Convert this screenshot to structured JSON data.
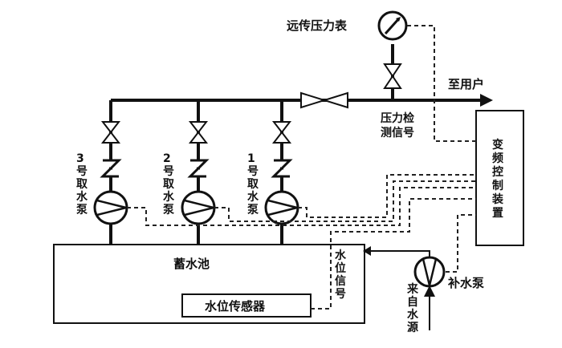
{
  "labels": {
    "gauge": "远传压力表",
    "to_user": "至用户",
    "pressure_signal_1": "压力检",
    "pressure_signal_2": "测信号",
    "controller": [
      "变",
      "频",
      "控",
      "制",
      "装",
      "置"
    ],
    "pump3": [
      "3",
      "号",
      "取",
      "水",
      "泵"
    ],
    "pump2": [
      "2",
      "号",
      "取",
      "水",
      "泵"
    ],
    "pump1": [
      "1",
      "号",
      "取",
      "水",
      "泵"
    ],
    "tank": "蓄水池",
    "level_sensor": "水位传感器",
    "level_signal": [
      "水",
      "位",
      "信",
      "号"
    ],
    "makeup_pump": "补水泵",
    "source": [
      "来",
      "自",
      "水",
      "源"
    ]
  }
}
